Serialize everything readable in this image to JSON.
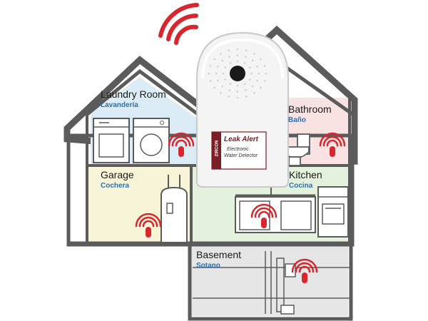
{
  "rooms": {
    "laundry": {
      "name": "Laundry Room",
      "name_es": "Lavandería",
      "color": "#dcecf6"
    },
    "bathroom": {
      "name": "Bathroom",
      "name_es": "Baño",
      "color": "#f9e2e2"
    },
    "garage": {
      "name": "Garage",
      "name_es": "Cochera",
      "color": "#f8f4d8"
    },
    "kitchen": {
      "name": "Kitchen",
      "name_es": "Cocina",
      "color": "#e4f1dd"
    },
    "basement": {
      "name": "Basement",
      "name_es": "Sotano",
      "color": "#e6e6e6"
    }
  },
  "device": {
    "brand": "Leak Alert",
    "desc_line1": "Electronic",
    "desc_line2": "Water Detector",
    "side_text": "ZIRCON"
  },
  "colors": {
    "house_outline": "#5b5b5b",
    "signal": "#d8262e",
    "sensor": "#d8262e",
    "english_text": "#1b1b1b",
    "spanish_text": "#2f6fae"
  },
  "icons": [
    "wifi-signal-icon",
    "leak-sensor-icon",
    "washer-icon",
    "dryer-icon",
    "toilet-icon",
    "sink-icon",
    "stove-icon",
    "water-heater-icon",
    "sump-pump-icon"
  ]
}
